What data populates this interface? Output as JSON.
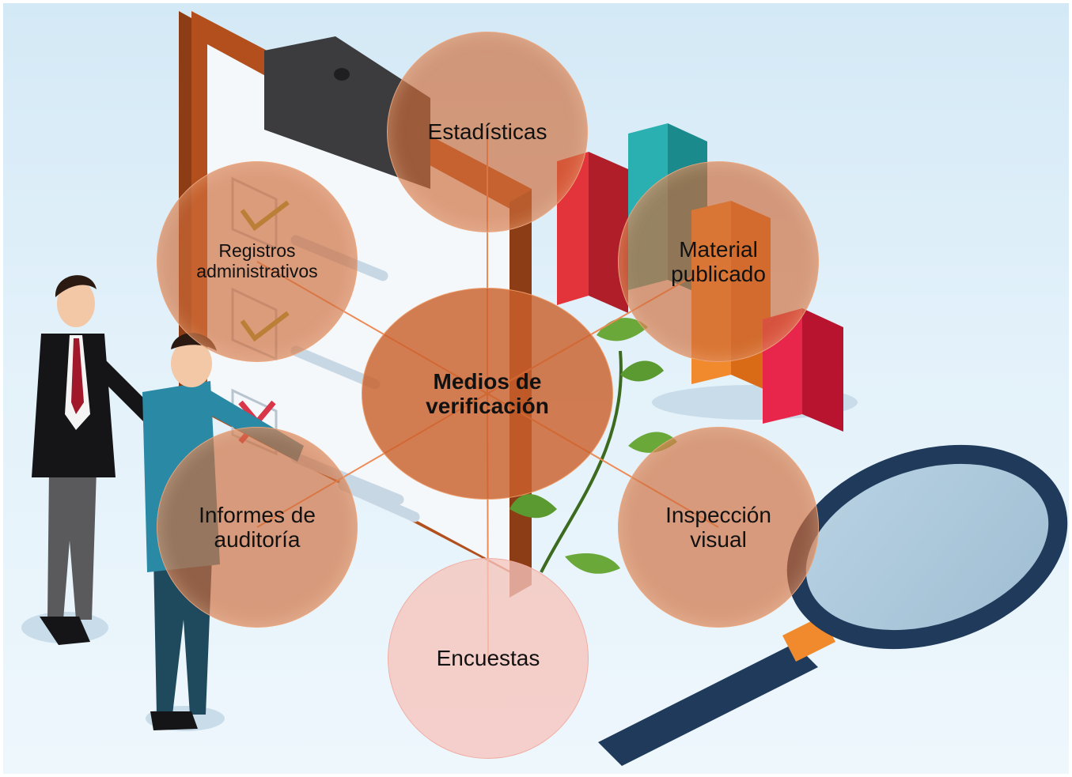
{
  "diagram": {
    "center": {
      "label": "Medios de\nverificación"
    },
    "nodes": [
      {
        "id": "estadisticas",
        "label": "Estadísticas"
      },
      {
        "id": "material-publicado",
        "label": "Material\npublicado"
      },
      {
        "id": "inspeccion-visual",
        "label": "Inspección\nvisual"
      },
      {
        "id": "encuestas",
        "label": "Encuestas"
      },
      {
        "id": "informes-auditoria",
        "label": "Informes de\nauditoría"
      },
      {
        "id": "registros-administrativos",
        "label": "Registros\nadministrativos"
      }
    ]
  },
  "colors": {
    "node_fill": "#ce6c3a",
    "center_fill": "#ca602c",
    "connector": "#ee8a55",
    "encuestas_fill": "#f6c4bc"
  }
}
